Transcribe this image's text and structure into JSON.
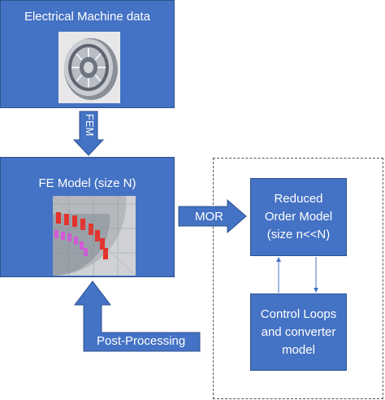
{
  "boxes": {
    "machine": {
      "title": "Electrical Machine data",
      "image": "machine-photo"
    },
    "fe": {
      "title": "FE Model (size N)",
      "image": "fe-mesh"
    },
    "rom": {
      "text": "Reduced\nOrder Model\n(size n<<N)"
    },
    "control": {
      "text": "Control Loops\nand converter\nmodel"
    }
  },
  "arrows": {
    "fem": "FEM",
    "mor": "MOR",
    "post": "Post-Processing"
  },
  "colors": {
    "box_fill": "#4472c4",
    "box_border": "#2f528f",
    "text": "#ffffff",
    "dashed_border": "#555555"
  }
}
